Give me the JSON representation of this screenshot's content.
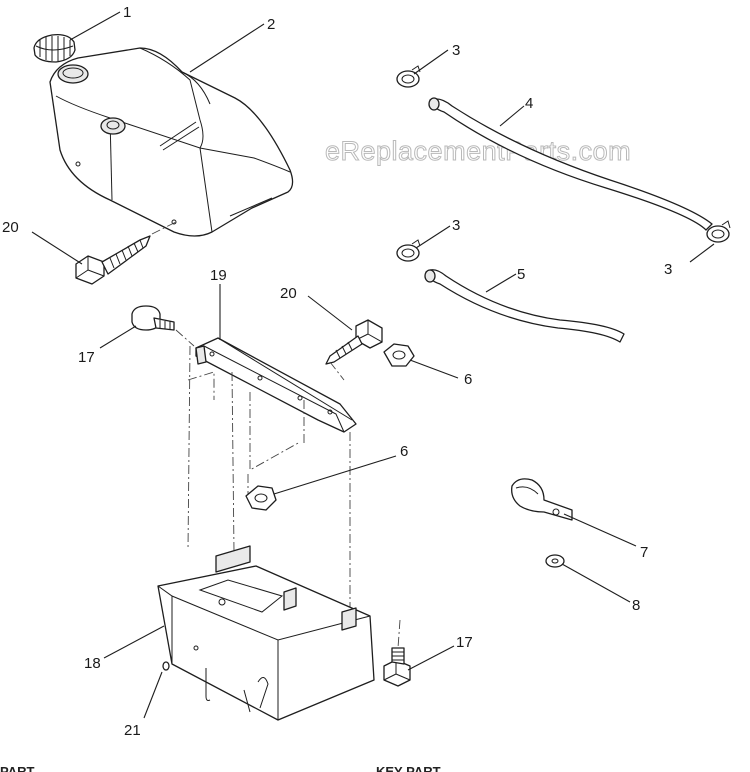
{
  "watermark": "eReplacementParts.com",
  "callouts": {
    "c1": "1",
    "c2": "2",
    "c3a": "3",
    "c3b": "3",
    "c3c": "3",
    "c4": "4",
    "c5": "5",
    "c6a": "6",
    "c6b": "6",
    "c7": "7",
    "c8": "8",
    "c17a": "17",
    "c17b": "17",
    "c18": "18",
    "c19": "19",
    "c20a": "20",
    "c20b": "20",
    "c21": "21"
  },
  "footer": {
    "left": "PART",
    "right": "KEY PART"
  }
}
